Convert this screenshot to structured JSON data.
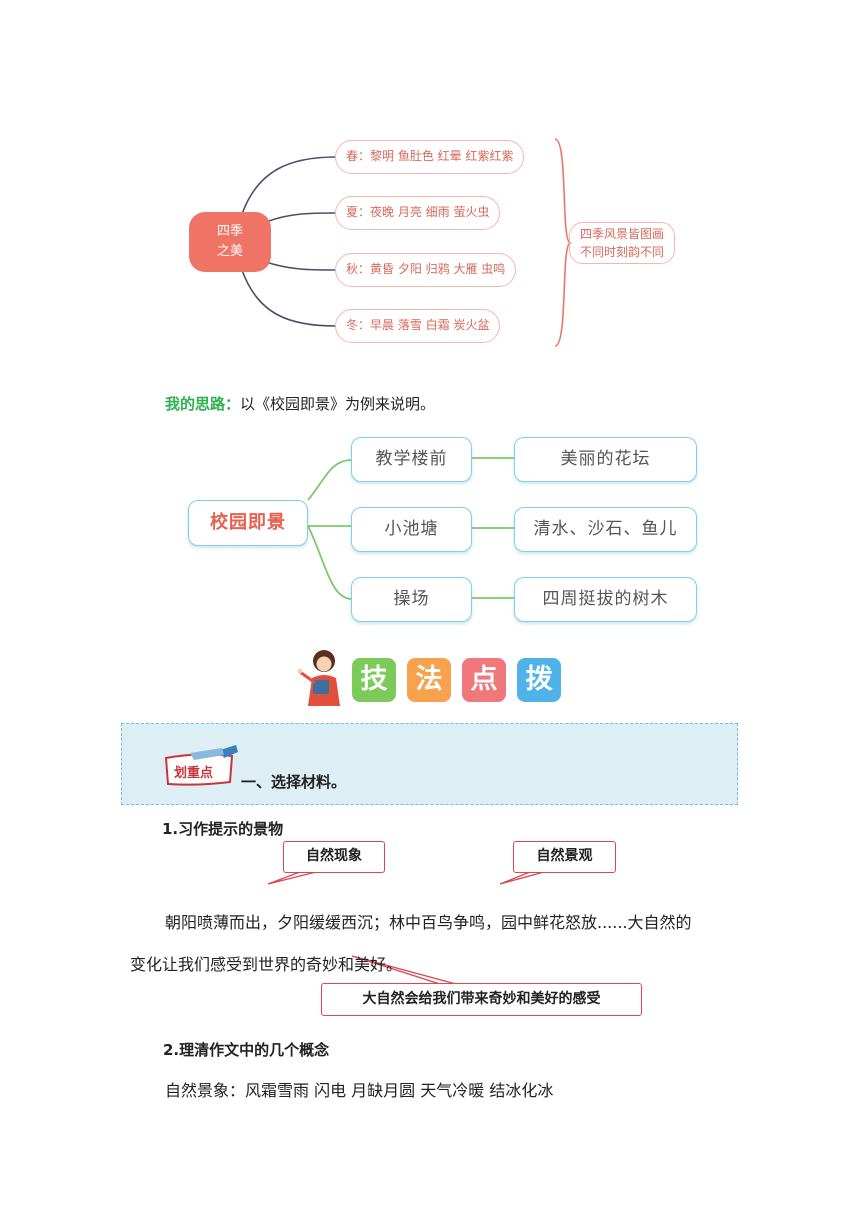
{
  "mindmap_seasons": {
    "center_line1": "四季",
    "center_line2": "之美",
    "branches": [
      "春：黎明  鱼肚色  红晕  红紫红紫",
      "夏：夜晚  月亮  细雨  萤火虫",
      "秋：黄昏  夕阳  归鸦  大雁  虫鸣",
      "冬：早晨  落雪  白霜  炭火盆"
    ],
    "summary_line1": "四季风景皆图画",
    "summary_line2": "不同时刻韵不同"
  },
  "thinking": {
    "label": "我的思路：",
    "text": "以《校园即景》为例来说明。"
  },
  "mindmap_campus": {
    "root": "校园即景",
    "places": [
      "教学楼前",
      "小池塘",
      "操场"
    ],
    "details": [
      "美丽的花坛",
      "清水、沙石、鱼儿",
      "四周挺拔的树木"
    ]
  },
  "banner": {
    "chars": [
      "技",
      "法",
      "点",
      "拨"
    ],
    "colors": [
      "#7ccb5a",
      "#f8a24d",
      "#f0787a",
      "#4fb3ea"
    ]
  },
  "highlight": {
    "badge_text": "划重点",
    "title": "一、选择材料。"
  },
  "section1": {
    "heading": "1.习作提示的景物",
    "callout_left": "自然现象",
    "callout_right": "自然景观",
    "paragraph_line1": "朝阳喷薄而出，夕阳缓缓西沉；林中百鸟争鸣，园中鲜花怒放......大自然的",
    "paragraph_line2": "变化让我们感受到世界的奇妙和美好。",
    "callout_bottom": "大自然会给我们带来奇妙和美好的感受"
  },
  "section2": {
    "heading": "2.理清作文中的几个概念",
    "line": "自然景象：风霜雪雨  闪电  月缺月圆  天气冷暖  结冰化冰"
  }
}
